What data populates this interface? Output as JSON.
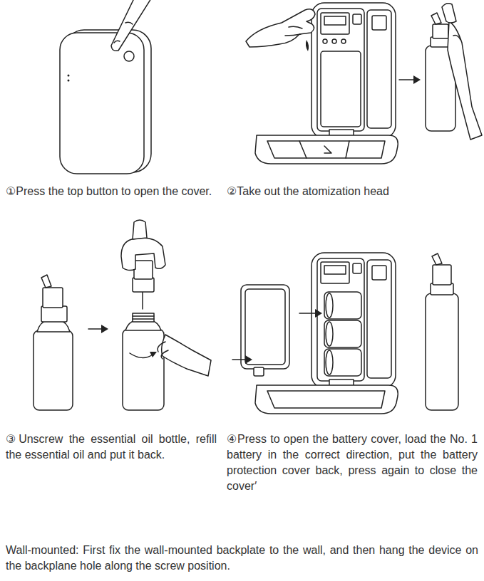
{
  "diagram": {
    "labels": [
      "①Press the top button to open the cover.",
      "②Take out the atomization head",
      "③Unscrew the essential oil bottle, refill the essential oil and put it back.",
      "④Press to open the battery cover, load the No. 1 battery in the correct direction, put the battery protection cover back, press again to close the cover′",
      "Wall-mounted: First fix the wall-mounted backplate to the wall, and then hang the device on the backplane hole along the screw position."
    ]
  }
}
